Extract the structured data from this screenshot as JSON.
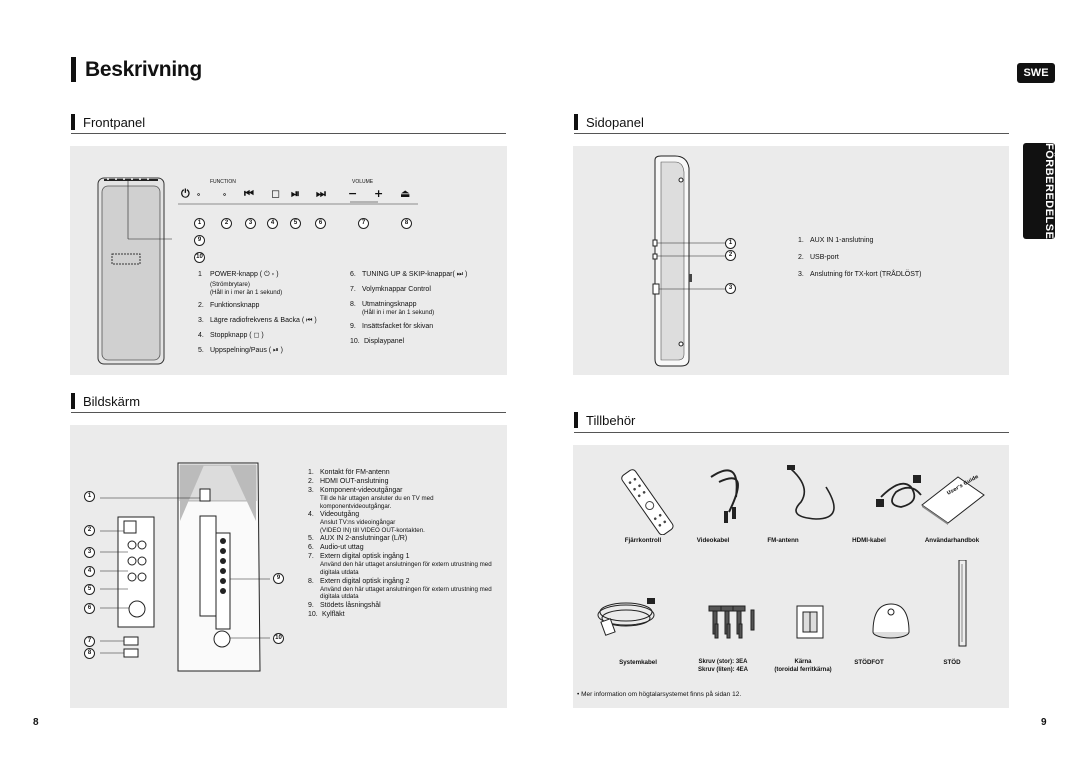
{
  "page": {
    "title": "Beskrivning",
    "lang_badge": "SWE",
    "side_tab": "FÖRBEREDELSE",
    "page_left": "8",
    "page_right": "9"
  },
  "frontpanel": {
    "heading": "Frontpanel",
    "label_function": "FUNCTION",
    "label_volume": "VOLUME",
    "callouts": [
      "1",
      "2",
      "3",
      "4",
      "5",
      "6",
      "7",
      "8",
      "9",
      "10"
    ],
    "items_left": [
      {
        "n": "1",
        "text": "POWER-knapp ( ⏻ ∘ )",
        "sub": [
          "(Strömbrytare)",
          "(Håll in i mer än 1 sekund)"
        ]
      },
      {
        "n": "2.",
        "text": "Funktionsknapp",
        "sub": []
      },
      {
        "n": "3.",
        "text": "Lägre radiofrekvens & Backa ( ⏮ )",
        "sub": []
      },
      {
        "n": "4.",
        "text": "Stoppknapp ( ◻ )",
        "sub": []
      },
      {
        "n": "5.",
        "text": "Uppspelning/Paus ( ⏯ )",
        "sub": []
      }
    ],
    "items_right": [
      {
        "n": "6.",
        "text": "TUNING UP & SKIP-knappar( ⏭ )",
        "sub": []
      },
      {
        "n": "7.",
        "text": "Volymknappar Control",
        "sub": []
      },
      {
        "n": "8.",
        "text": "Utmatningsknapp",
        "sub": [
          "(Håll in i mer än 1 sekund)"
        ]
      },
      {
        "n": "9.",
        "text": "Insättsfacket för skivan",
        "sub": []
      },
      {
        "n": "10.",
        "text": "Displaypanel",
        "sub": []
      }
    ]
  },
  "bildskarm": {
    "heading": "Bildskärm",
    "callouts": [
      "1",
      "2",
      "3",
      "4",
      "5",
      "6",
      "7",
      "8",
      "9",
      "10"
    ],
    "items": [
      {
        "n": "1.",
        "text": "Kontakt för FM-antenn",
        "sub": []
      },
      {
        "n": "2.",
        "text": "HDMI OUT-anslutning",
        "sub": []
      },
      {
        "n": "3.",
        "text": "Komponent-videoutgångar",
        "sub": [
          "Till de här uttagen ansluter du en TV med",
          "komponentvideoutgångar."
        ]
      },
      {
        "n": "4.",
        "text": "Videoutgång",
        "sub": [
          "Anslut TV:ns videoingångar",
          "(VIDEO IN) till VIDEO OUT-kontakten."
        ]
      },
      {
        "n": "5.",
        "text": "AUX IN 2-anslutningar (L/R)",
        "sub": []
      },
      {
        "n": "6.",
        "text": "Audio-ut uttag",
        "sub": []
      },
      {
        "n": "7.",
        "text": "Extern digital optisk ingång 1",
        "sub": [
          "Använd den här uttaget anslutningen för extern utrustning med",
          "digitala utdata"
        ]
      },
      {
        "n": "8.",
        "text": "Extern digital optisk ingång 2",
        "sub": [
          "Använd den här uttaget anslutningen för extern utrustning med",
          "digitala utdata"
        ]
      },
      {
        "n": "9.",
        "text": "Stödets låsningshål",
        "sub": []
      },
      {
        "n": "10.",
        "text": "Kylfläkt",
        "sub": []
      }
    ]
  },
  "sidopanel": {
    "heading": "Sidopanel",
    "callouts": [
      "1",
      "2",
      "3"
    ],
    "items": [
      {
        "n": "1.",
        "text": "AUX IN 1-anslutning"
      },
      {
        "n": "2.",
        "text": "USB-port"
      },
      {
        "n": "3.",
        "text": "Anslutning för TX-kort (TRÅDLÖST)"
      }
    ]
  },
  "tillbehor": {
    "heading": "Tillbehör",
    "row1": [
      "Fjärrkontroll",
      "Videokabel",
      "FM-antenn",
      "HDMI-kabel",
      "Användarhandbok"
    ],
    "row2": [
      {
        "lines": [
          "Systemkabel"
        ]
      },
      {
        "lines": [
          "Skruv (stor): 3EA",
          "Skruv (liten): 4EA"
        ]
      },
      {
        "lines": [
          "Kärna",
          "(toroidal ferritkärna)"
        ]
      },
      {
        "lines": [
          "STÖDFOT"
        ]
      },
      {
        "lines": [
          "STÖD"
        ]
      }
    ],
    "manual_cover": "User's Guide",
    "note": "• Mer information om högtalarsystemet finns på sidan 12."
  },
  "colors": {
    "panel_bg": "#ebebeb",
    "badge": "#111111"
  }
}
